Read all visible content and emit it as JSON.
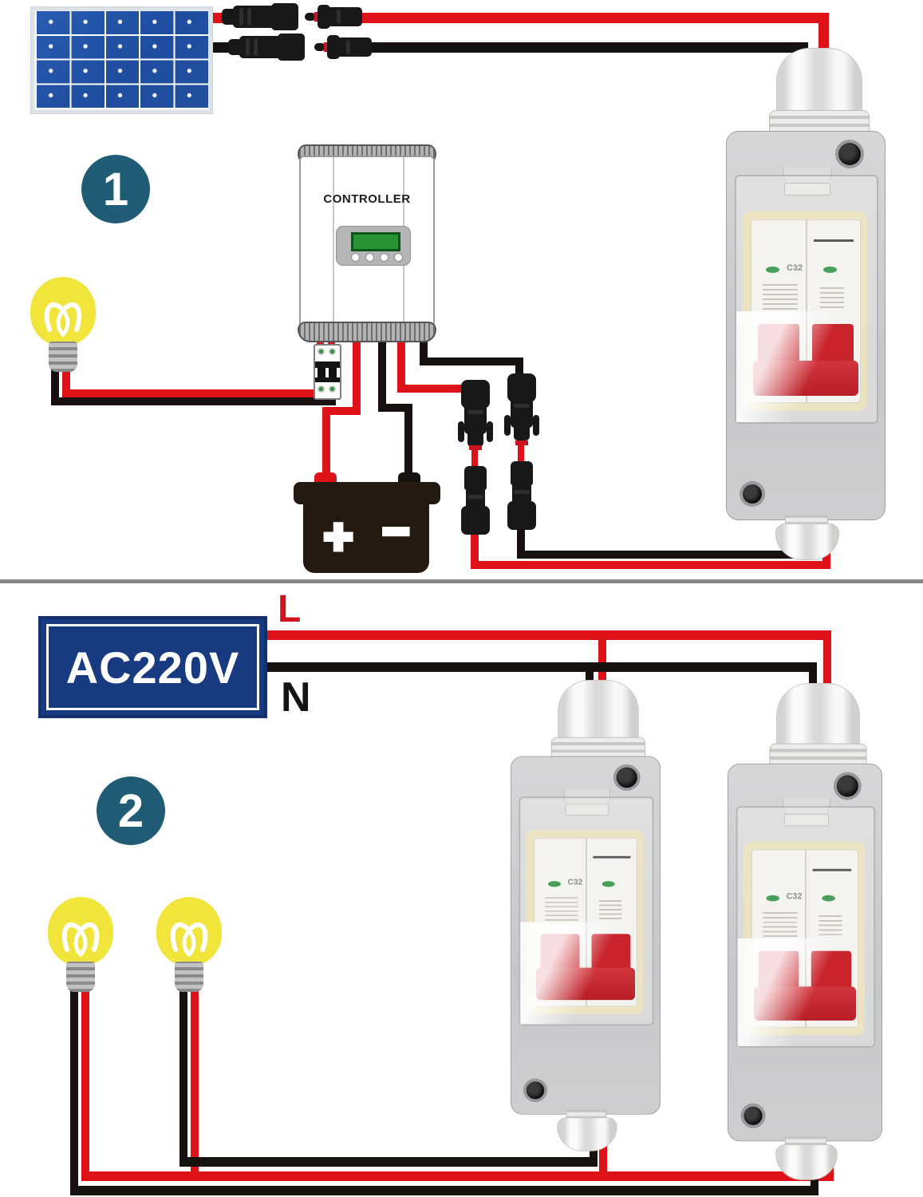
{
  "palette": {
    "wire_red": "#de1219",
    "wire_black": "#17120f",
    "badge_teal": "#215c77",
    "panel_blue": "#1f4da0",
    "bulb_yellow": "#f1e53b",
    "source_navy": "#183a80",
    "enclosure_gray": "#c6c7ca",
    "toggle_red": "#c9242c"
  },
  "scenario1": {
    "badge": "1",
    "controller": {
      "label": "CONTROLLER"
    },
    "battery": {
      "plus_symbol": "+",
      "minus_symbol": "−"
    }
  },
  "scenario2": {
    "badge": "2",
    "source": {
      "label": "AC220V",
      "line_label": "L",
      "neutral_label": "N"
    }
  },
  "breaker": {
    "rating_label": "C32"
  },
  "icons": [
    "solar-panel-icon",
    "light-bulb-icon",
    "battery-icon",
    "mc4-connector-icon",
    "cable-gland-icon",
    "screw-icon"
  ]
}
